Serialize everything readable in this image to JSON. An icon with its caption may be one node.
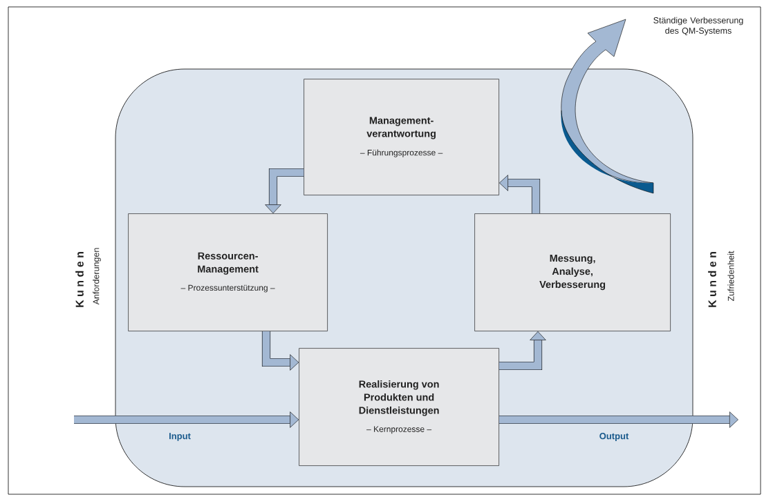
{
  "diagram": {
    "nodes": [
      {
        "text": [],
        "shape": "box"
      },
      {
        "text": [
          "Management-verantwortung",
          "– Führungsprozesse –"
        ],
        "in": 0
      },
      {
        "text": [
          "Ressourcen-Management",
          "– Prozessunterstützung –"
        ],
        "in": 0
      },
      {
        "text": [
          "Messung, Analyse, Verbesserung"
        ],
        "in": 0
      },
      {
        "text": [
          "Realisierung von Produkten und Dienstleistungen",
          "– Kernprozesse –"
        ],
        "in": 0
      }
    ],
    "edges": [
      {
        "from": 1,
        "to": 2,
        "arrow": "to"
      },
      {
        "from": 2,
        "to": 4,
        "arrow": "to"
      },
      {
        "from": 4,
        "to": 3,
        "arrow": "to"
      },
      {
        "from": 3,
        "to": 1,
        "arrow": "to"
      },
      {
        "from": null,
        "to": 4,
        "arrow": "to",
        "label": "Input"
      },
      {
        "from": 4,
        "to": null,
        "arrow": "to",
        "label": "Output"
      }
    ],
    "labels": [
      "Ständige Verbesserung des QM-Systems",
      "K u n d e n",
      "Anforderungen",
      "K u n d e n",
      "Zufriedenheit"
    ]
  }
}
